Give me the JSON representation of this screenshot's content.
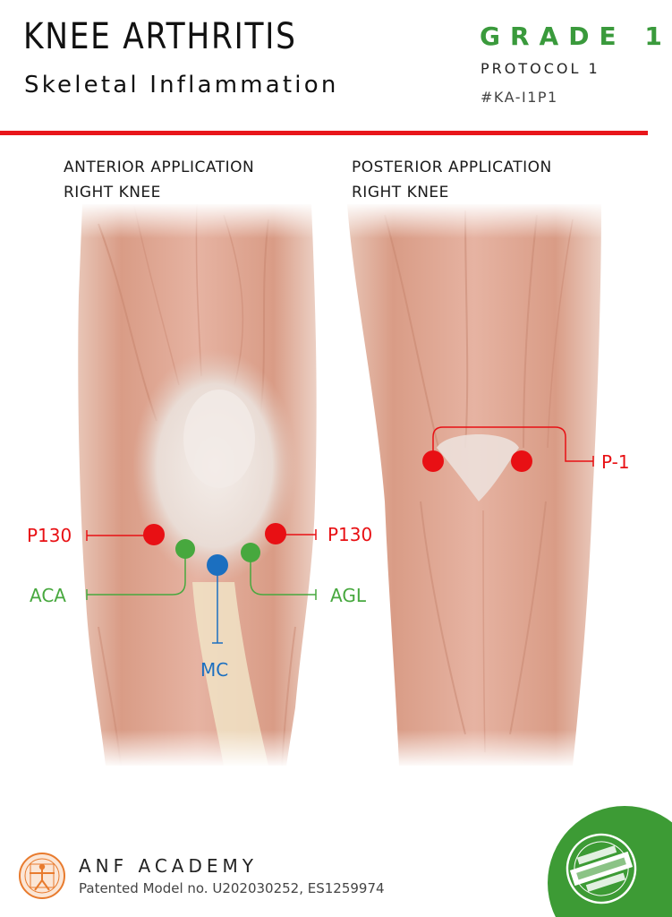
{
  "header": {
    "title": "KNEE ARTHRITIS",
    "subtitle": "Skeletal Inflammation",
    "grade": "GRADE 1",
    "protocol": "PROTOCOL 1",
    "code": "#KA-I1P1"
  },
  "views": {
    "anterior": {
      "line1": "ANTERIOR APPLICATION",
      "line2": "RIGHT KNEE"
    },
    "posterior": {
      "line1": "POSTERIOR APPLICATION",
      "line2": "RIGHT KNEE"
    }
  },
  "points": {
    "p130_left": "P130",
    "p130_right": "P130",
    "aca": "ACA",
    "agl": "AGL",
    "mc": "MC",
    "p1": "P-1"
  },
  "footer": {
    "brand": "ANF ACADEMY",
    "patent": "Patented Model no. U202030252, ES1259974",
    "logo_icon": "vitruvian-man-logo-icon",
    "badge_icon": "copyright-seal-icon"
  },
  "colors": {
    "accent_red": "#e8161b",
    "grade_green": "#3a9a3c",
    "point_red": "#e81014",
    "point_green": "#47a83e",
    "point_blue": "#1b6fc0",
    "badge_green": "#3d9b35"
  }
}
